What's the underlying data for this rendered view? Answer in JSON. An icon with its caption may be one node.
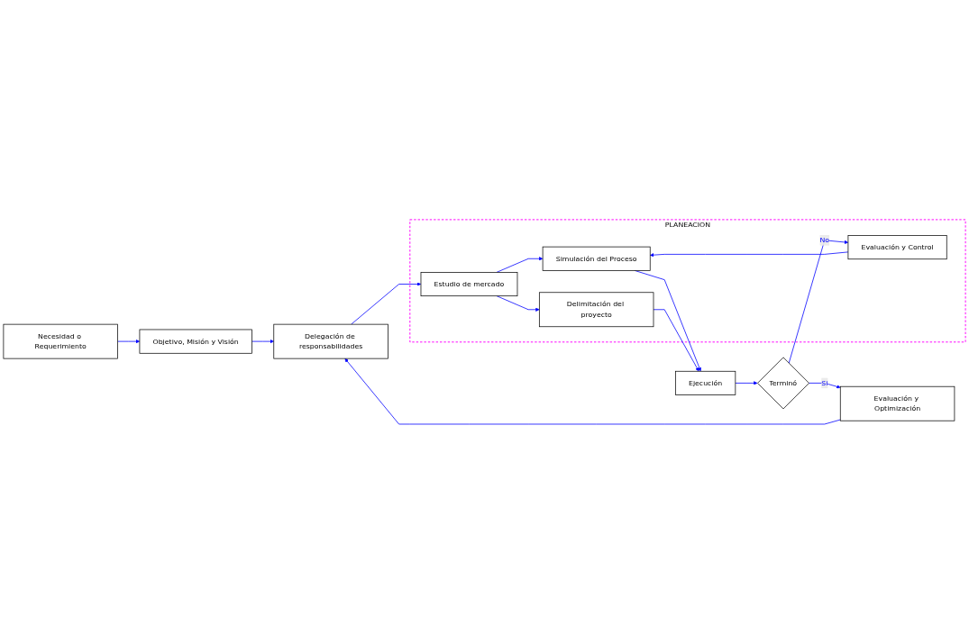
{
  "diagram": {
    "nodes": [
      {
        "text": [
          "Necesidad o Requerimiento"
        ]
      },
      {
        "text": [
          "Objetivo, Misión y Visión"
        ]
      },
      {
        "text": [
          "Delegación de responsabilidades"
        ]
      },
      {
        "text": [
          "PLANEACION"
        ]
      },
      {
        "text": [
          "Evaluación y Control"
        ],
        "in": 3
      },
      {
        "text": [
          "Simulación del Proceso"
        ],
        "in": 3
      },
      {
        "text": [
          "Estudio de mercado"
        ],
        "in": 3
      },
      {
        "text": [
          "Delimitación del proyecto"
        ],
        "in": 3
      },
      {
        "text": [
          "Ejecución"
        ]
      },
      {
        "text": [
          "Terminó"
        ]
      },
      {
        "text": [
          "Evaluación y Optimización"
        ]
      }
    ],
    "edges": [
      {
        "from": 0,
        "to": 1,
        "arrow": "to"
      },
      {
        "from": 1,
        "to": 2,
        "arrow": "to"
      },
      {
        "from": 2,
        "to": 6,
        "arrow": "to"
      },
      {
        "from": 6,
        "to": 5,
        "arrow": "to"
      },
      {
        "from": 6,
        "to": 7,
        "arrow": "to"
      },
      {
        "from": 5,
        "to": 8,
        "arrow": "to"
      },
      {
        "from": 7,
        "to": 8,
        "arrow": "to"
      },
      {
        "from": 8,
        "to": 9,
        "arrow": "to"
      },
      {
        "from": 9,
        "to": 4,
        "arrow": "to",
        "label": "No"
      },
      {
        "from": 4,
        "to": 5,
        "arrow": "to"
      },
      {
        "from": 9,
        "to": 10,
        "arrow": "to",
        "label": "Si"
      },
      {
        "from": 10,
        "to": 2,
        "arrow": "to"
      }
    ]
  }
}
